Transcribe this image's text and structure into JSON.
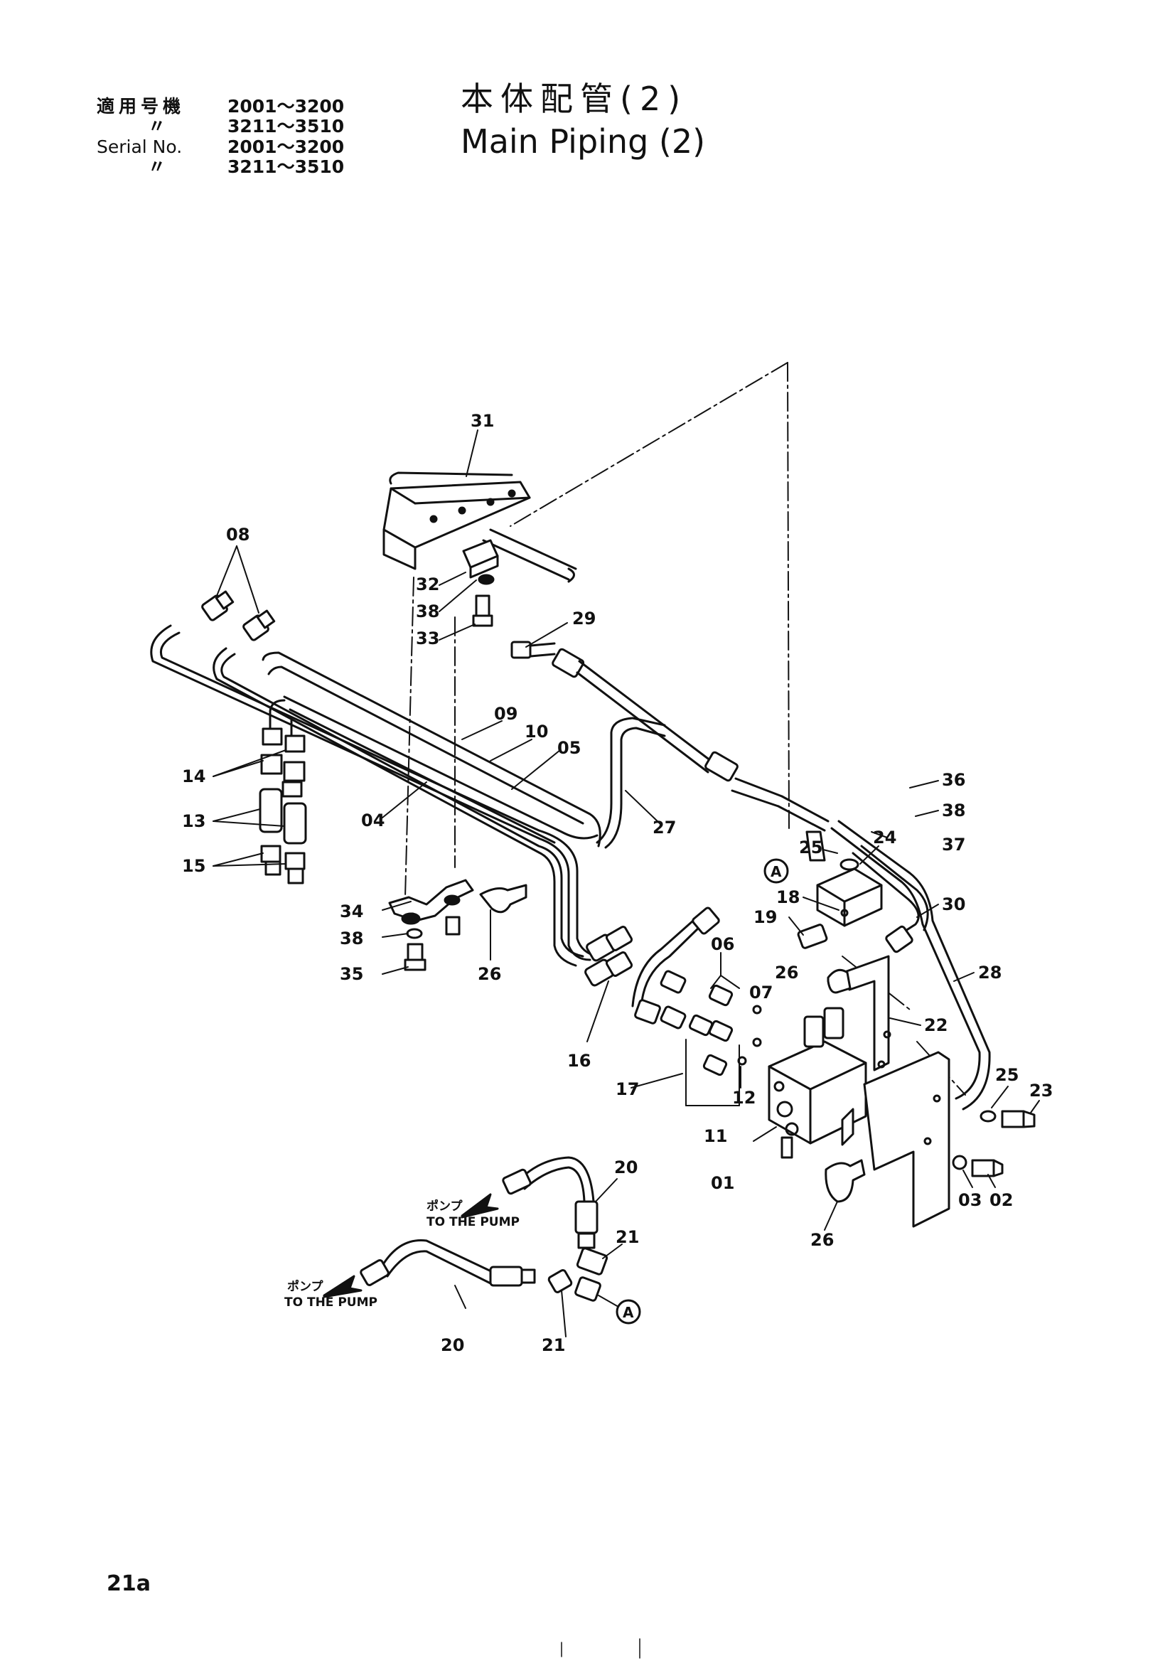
{
  "header": {
    "applicable_label_jp": "適用号機",
    "ditto": "〃",
    "serial_label": "Serial No.",
    "ranges": [
      "2001～3200",
      "3211～3510",
      "2001～3200",
      "3211～3510"
    ]
  },
  "title": {
    "jp": "本体配管(2)",
    "en": "Main Piping (2)"
  },
  "callouts": {
    "c01": "01",
    "c02": "02",
    "c03": "03",
    "c04": "04",
    "c05": "05",
    "c06": "06",
    "c07": "07",
    "c08": "08",
    "c09": "09",
    "c10": "10",
    "c11": "11",
    "c12": "12",
    "c13": "13",
    "c14": "14",
    "c15": "15",
    "c16": "16",
    "c17": "17",
    "c18": "18",
    "c19": "19",
    "c20a": "20",
    "c20b": "20",
    "c21a": "21",
    "c21b": "21",
    "c22": "22",
    "c23": "23",
    "c24": "24",
    "c25a": "25",
    "c25b": "25",
    "c26a": "26",
    "c26b": "26",
    "c26c": "26",
    "c27": "27",
    "c28": "28",
    "c29": "29",
    "c30": "30",
    "c31": "31",
    "c32": "32",
    "c33": "33",
    "c34": "34",
    "c35": "35",
    "c36": "36",
    "c37": "37",
    "c38a": "38",
    "c38b": "38",
    "c38c": "38",
    "markA1": "A",
    "markA2": "A"
  },
  "pump_labels": {
    "jp": "ポンプ",
    "en": "TO THE PUMP"
  },
  "page_number": "21a"
}
